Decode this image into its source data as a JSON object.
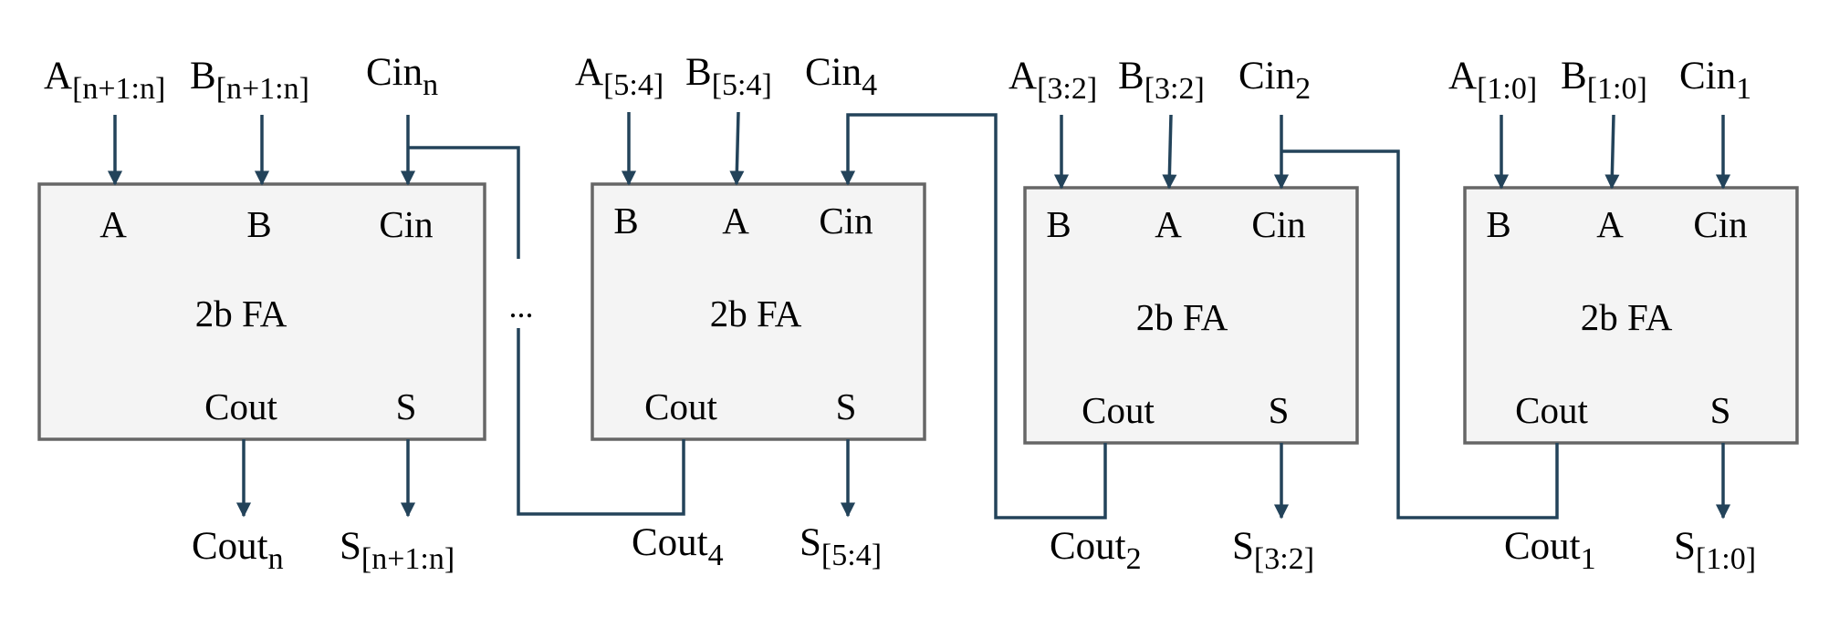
{
  "stage_n": {
    "title": "2b FA",
    "port_top_1": "A",
    "port_top_2": "B",
    "port_top_3": "Cin",
    "port_bot_1": "Cout",
    "port_bot_2": "S",
    "in_a": {
      "base": "A",
      "sub": "[n+1:n]"
    },
    "in_b": {
      "base": "B",
      "sub": "[n+1:n]"
    },
    "in_cin": {
      "base": "Cin",
      "sub": "n"
    },
    "out_cout": {
      "base": "Cout",
      "sub": "n"
    },
    "out_s": {
      "base": "S",
      "sub": "[n+1:n]"
    }
  },
  "ellipsis": "...",
  "stage_4": {
    "title": "2b FA",
    "port_top_1": "B",
    "port_top_2": "A",
    "port_top_3": "Cin",
    "port_bot_1": "Cout",
    "port_bot_2": "S",
    "in_a": {
      "base": "A",
      "sub": "[5:4]"
    },
    "in_b": {
      "base": "B",
      "sub": "[5:4]"
    },
    "in_cin": {
      "base": "Cin",
      "sub": "4"
    },
    "out_cout": {
      "base": "Cout",
      "sub": "4"
    },
    "out_s": {
      "base": "S",
      "sub": "[5:4]"
    }
  },
  "stage_2": {
    "title": "2b FA",
    "port_top_1": "B",
    "port_top_2": "A",
    "port_top_3": "Cin",
    "port_bot_1": "Cout",
    "port_bot_2": "S",
    "in_a": {
      "base": "A",
      "sub": "[3:2]"
    },
    "in_b": {
      "base": "B",
      "sub": "[3:2]"
    },
    "in_cin": {
      "base": "Cin",
      "sub": "2"
    },
    "out_cout": {
      "base": "Cout",
      "sub": "2"
    },
    "out_s": {
      "base": "S",
      "sub": "[3:2]"
    }
  },
  "stage_1": {
    "title": "2b FA",
    "port_top_1": "B",
    "port_top_2": "A",
    "port_top_3": "Cin",
    "port_bot_1": "Cout",
    "port_bot_2": "S",
    "in_a": {
      "base": "A",
      "sub": "[1:0]"
    },
    "in_b": {
      "base": "B",
      "sub": "[1:0]"
    },
    "in_cin": {
      "base": "Cin",
      "sub": "1"
    },
    "out_cout": {
      "base": "Cout",
      "sub": "1"
    },
    "out_s": {
      "base": "S",
      "sub": "[1:0]"
    }
  },
  "colors": {
    "wire": "#23435a",
    "block_fill": "#f4f4f4",
    "block_stroke": "#666666"
  }
}
